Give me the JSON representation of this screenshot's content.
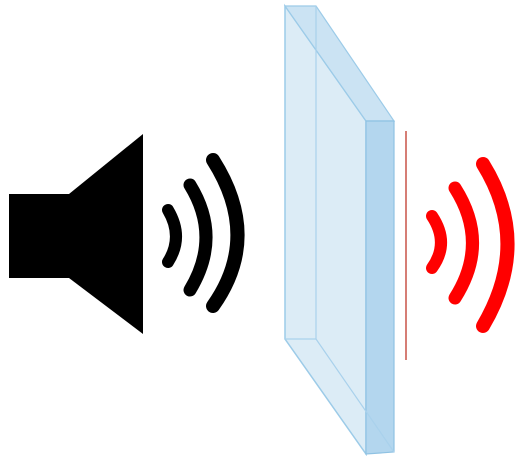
{
  "scene": {
    "speaker": {
      "icon": "speaker-icon",
      "color": "#000000"
    },
    "incoming_waves": {
      "icon": "sound-waves-icon",
      "color": "#000000",
      "count": 3
    },
    "panel": {
      "icon": "glass-panel",
      "face_color": "#dcecf6",
      "side_color": "#b3d6ee",
      "edge_color": "#8fc2e3",
      "top_color": "#cbe3f3",
      "edge_line_color": "#c0392b"
    },
    "outgoing_waves": {
      "icon": "sound-waves-icon",
      "color": "#ff0000",
      "count": 3
    }
  }
}
